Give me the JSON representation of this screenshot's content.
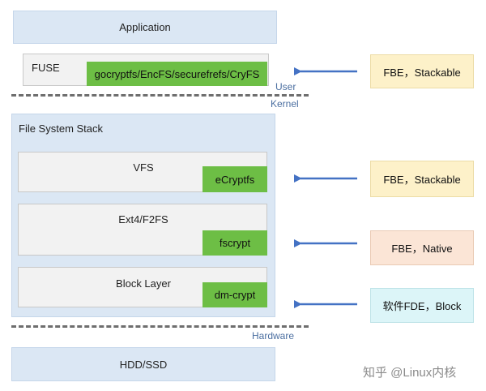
{
  "application": "Application",
  "fuse": {
    "label": "FUSE",
    "impl": "gocryptfs/EncFS/securefrefs/CryFS"
  },
  "regions": {
    "user": "User",
    "kernel": "Kernel",
    "hardware": "Hardware"
  },
  "fs_stack": {
    "title": "File System Stack",
    "vfs": {
      "label": "VFS",
      "impl": "eCryptfs"
    },
    "ext4": {
      "label": "Ext4/F2FS",
      "impl": "fscrypt"
    },
    "block": {
      "label": "Block Layer",
      "impl": "dm-crypt"
    }
  },
  "storage": "HDD/SSD",
  "tags": [
    {
      "text": "FBE，Stackable",
      "color": "#fdf1c9"
    },
    {
      "text": "FBE，Stackable",
      "color": "#fdf1c9"
    },
    {
      "text": "FBE，Native",
      "color": "#fbe5d6"
    },
    {
      "text": "软件FDE，Block",
      "color": "#dcf5f8"
    }
  ],
  "arrow_color": "#4472c4",
  "watermark": "知乎 @Linux内核"
}
